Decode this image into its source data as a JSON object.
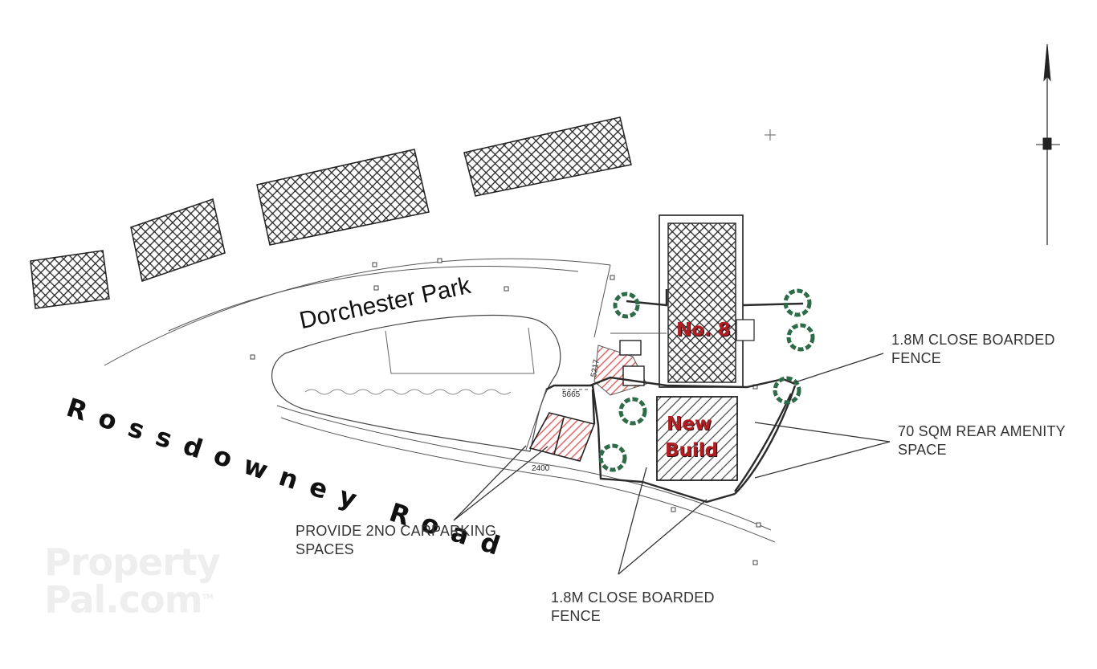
{
  "street_labels": {
    "road": "Rossdowney Road",
    "park": "Dorchester Park"
  },
  "plot_labels": {
    "existing": "No. 8",
    "new_build_line1": "New",
    "new_build_line2": "Build"
  },
  "annotations": {
    "fence_right_line1": "1.8M CLOSE BOARDED",
    "fence_right_line2": "FENCE",
    "amenity_line1": "70 SQM REAR AMENITY",
    "amenity_line2": "SPACE",
    "parking_line1": "PROVIDE 2NO CARPARKING",
    "parking_line2": "SPACES",
    "fence_bottom_line1": "1.8M CLOSE BOARDED",
    "fence_bottom_line2": "FENCE"
  },
  "dimensions": {
    "d1": "5665",
    "d2": "2400",
    "d3": "5217"
  },
  "watermark": {
    "line1": "Property",
    "line2": "Pal.com",
    "tm": "TM"
  },
  "colors": {
    "tree": "#2e6b48",
    "label_red": "#b01e23",
    "hatch_red": "#e05a5a",
    "line": "#2b2b2b"
  }
}
